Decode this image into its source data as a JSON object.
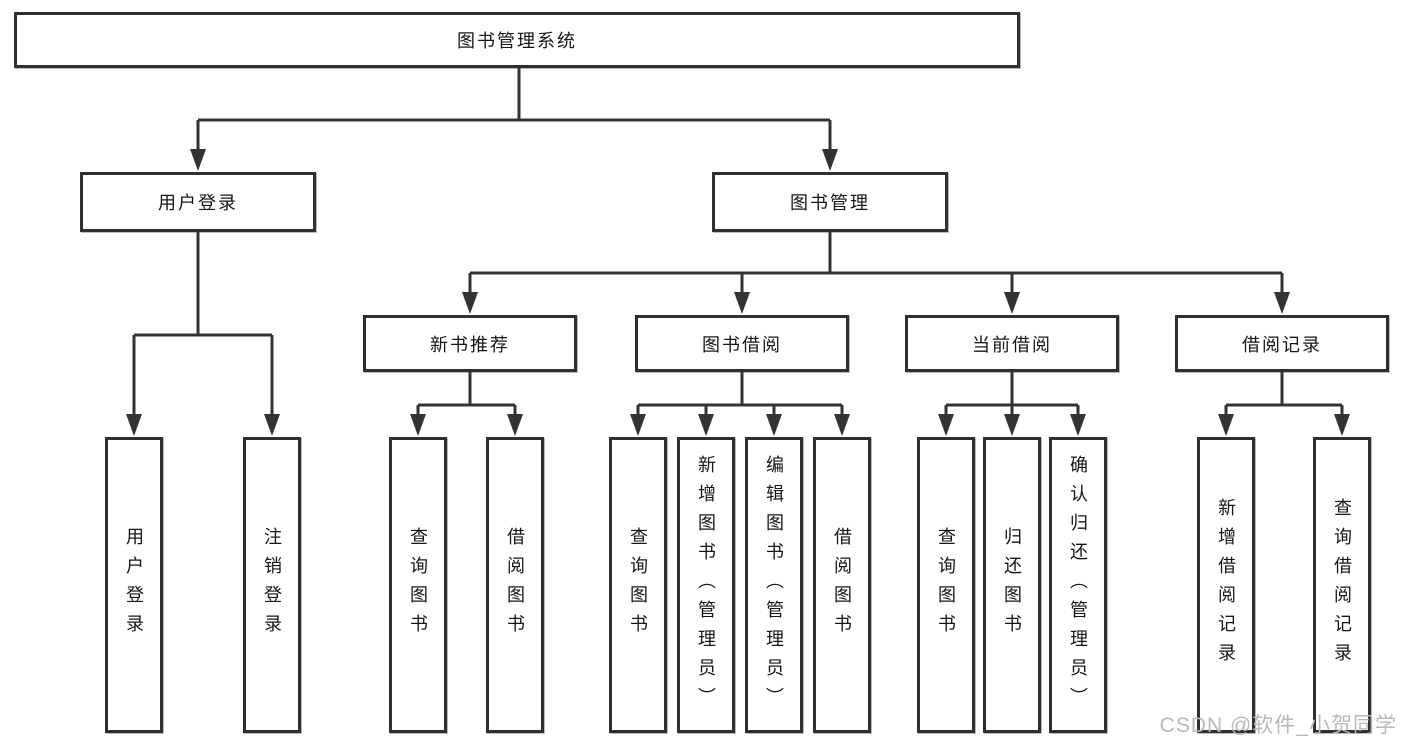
{
  "diagram": {
    "type": "tree",
    "title": "图书管理系统",
    "watermark": "CSDN @软件_小贺同学",
    "colors": {
      "line": "#333333",
      "box_border": "#2f2f2f",
      "box_fill": "#ffffff",
      "text": "#161616",
      "watermark": "#b9b9b9"
    },
    "nodes": {
      "root": {
        "label": "图书管理系统"
      },
      "level2": [
        {
          "label": "用户登录"
        },
        {
          "label": "图书管理"
        }
      ],
      "level3": [
        {
          "label": "新书推荐"
        },
        {
          "label": "图书借阅"
        },
        {
          "label": "当前借阅"
        },
        {
          "label": "借阅记录"
        }
      ],
      "leaves": {
        "user_login": [
          "用户登录",
          "注销登录"
        ],
        "new_book_recommendation": [
          "查询图书",
          "借阅图书"
        ],
        "book_borrowing": [
          "查询图书",
          "新增图书（管理员）",
          "编辑图书（管理员）",
          "借阅图书"
        ],
        "current_borrowing": [
          "查询图书",
          "归还图书",
          "确认归还（管理员）"
        ],
        "borrowing_records": [
          "新增借阅记录",
          "查询借阅记录"
        ]
      }
    },
    "hierarchy": {
      "图书管理系统": [
        "用户登录",
        "图书管理"
      ],
      "用户登录": [
        "用户登录",
        "注销登录"
      ],
      "图书管理": [
        "新书推荐",
        "图书借阅",
        "当前借阅",
        "借阅记录"
      ],
      "新书推荐": [
        "查询图书",
        "借阅图书"
      ],
      "图书借阅": [
        "查询图书",
        "新增图书（管理员）",
        "编辑图书（管理员）",
        "借阅图书"
      ],
      "当前借阅": [
        "查询图书",
        "归还图书",
        "确认归还（管理员）"
      ],
      "借阅记录": [
        "新增借阅记录",
        "查询借阅记录"
      ]
    }
  }
}
